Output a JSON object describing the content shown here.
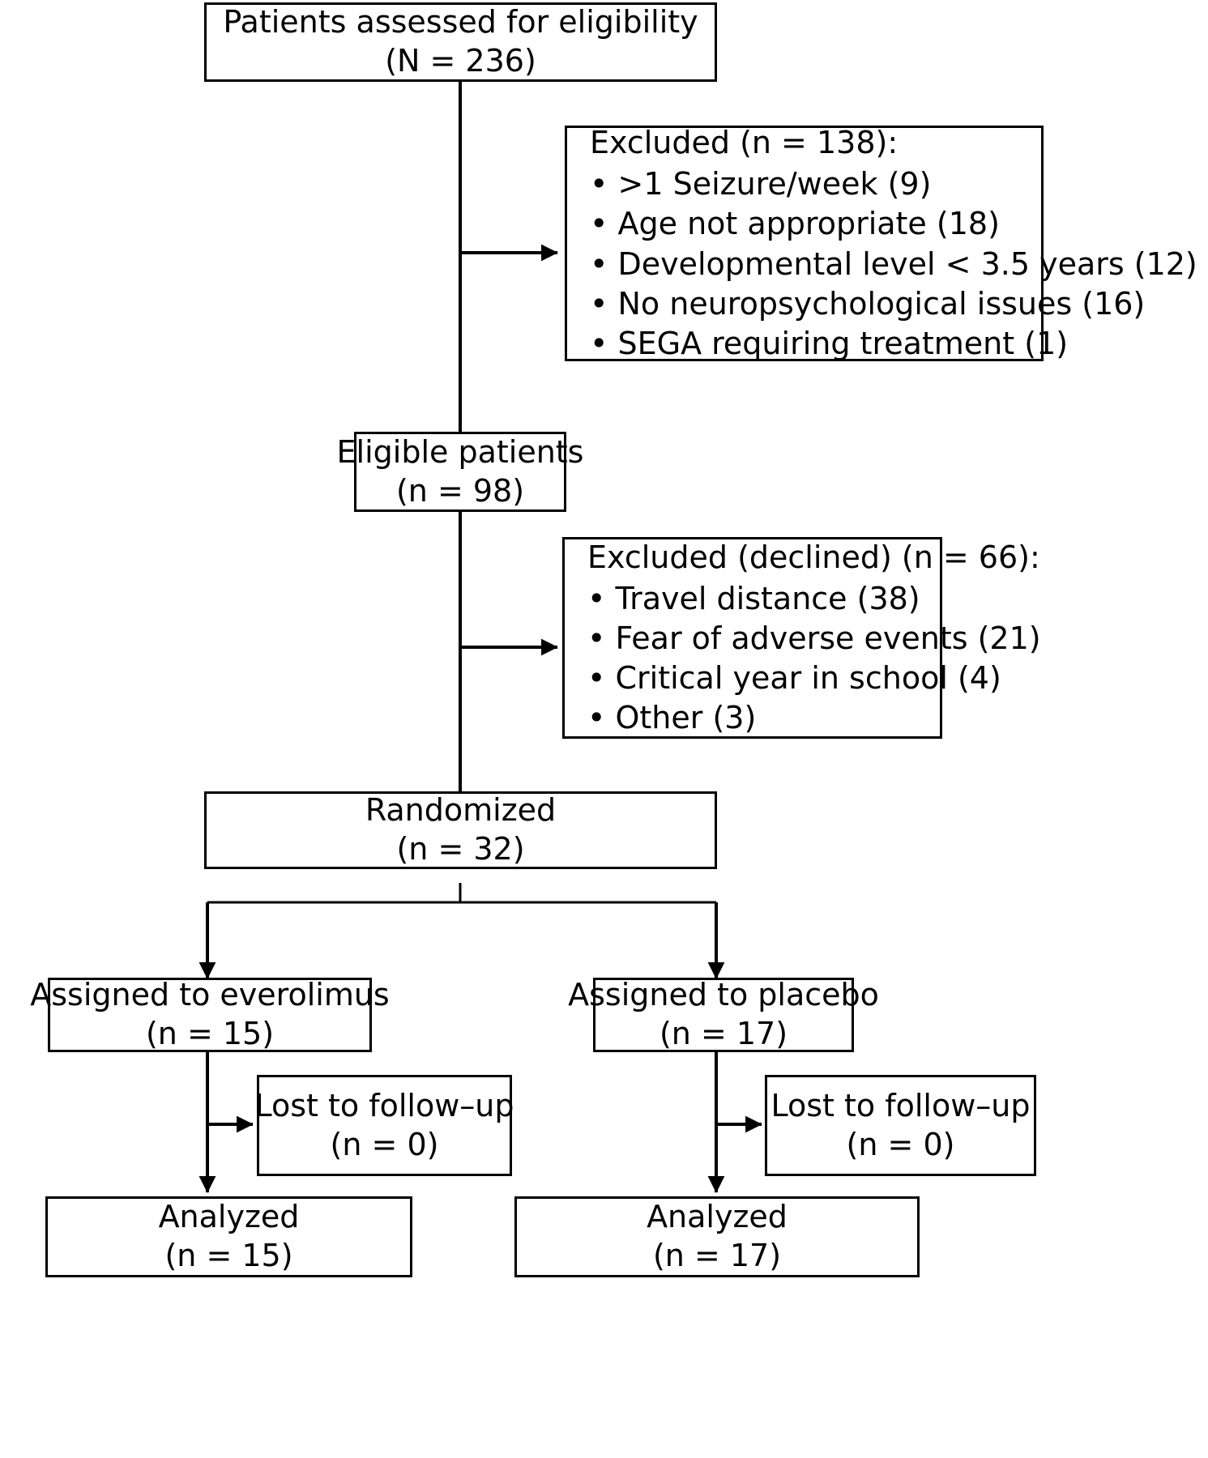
{
  "diagram": {
    "type": "consort-flow-diagram",
    "title": "CONSORT participant flow diagram"
  },
  "nodes": {
    "assessed": {
      "name": "patients-assessed-box",
      "line1": "Patients assessed for eligibility",
      "line2": "(N = 236)"
    },
    "excluded_eligibility": {
      "name": "excluded-eligibility-box",
      "header": "Excluded (n = 138):",
      "items": [
        "• >1 Seizure/week (9)",
        "• Age not appropriate (18)",
        "• Developmental level < 3.5 years (12)",
        "• No neuropsychological issues (16)",
        "• SEGA requiring treatment (1)"
      ]
    },
    "eligible": {
      "name": "eligible-patients-box",
      "line1": "Eligible patients",
      "line2": "(n = 98)"
    },
    "excluded_declined": {
      "name": "excluded-declined-box",
      "header": "Excluded (declined) (n = 66):",
      "items": [
        "• Travel distance (38)",
        "• Fear of adverse events (21)",
        "• Critical year in school (4)",
        "• Other (3)"
      ]
    },
    "randomized": {
      "name": "randomized-box",
      "line1": "Randomized",
      "line2": "(n = 32)"
    },
    "assigned_everolimus": {
      "name": "assigned-everolimus-box",
      "line1": "Assigned to everolimus",
      "line2": "(n = 15)"
    },
    "assigned_placebo": {
      "name": "assigned-placebo-box",
      "line1": "Assigned to placebo",
      "line2": "(n = 17)"
    },
    "lost_everolimus": {
      "name": "lost-to-followup-everolimus-box",
      "line1": "Lost to follow–up",
      "line2": "(n = 0)"
    },
    "lost_placebo": {
      "name": "lost-to-followup-placebo-box",
      "line1": "Lost to follow–up",
      "line2": "(n = 0)"
    },
    "analyzed_everolimus": {
      "name": "analyzed-everolimus-box",
      "line1": "Analyzed",
      "line2": "(n = 15)"
    },
    "analyzed_placebo": {
      "name": "analyzed-placebo-box",
      "line1": "Analyzed",
      "line2": "(n = 17)"
    }
  },
  "chart_data": {
    "type": "diagram",
    "title": "CONSORT flow diagram",
    "stages": [
      {
        "label": "Patients assessed for eligibility",
        "key": "N",
        "value": 236
      },
      {
        "label": "Excluded",
        "key": "n",
        "value": 138,
        "reasons": [
          {
            "reason": ">1 Seizure/week",
            "count": 9
          },
          {
            "reason": "Age not appropriate",
            "count": 18
          },
          {
            "reason": "Developmental level < 3.5 years",
            "count": 12
          },
          {
            "reason": "No neuropsychological issues",
            "count": 16
          },
          {
            "reason": "SEGA requiring treatment",
            "count": 1
          }
        ]
      },
      {
        "label": "Eligible patients",
        "key": "n",
        "value": 98
      },
      {
        "label": "Excluded (declined)",
        "key": "n",
        "value": 66,
        "reasons": [
          {
            "reason": "Travel distance",
            "count": 38
          },
          {
            "reason": "Fear of adverse events",
            "count": 21
          },
          {
            "reason": "Critical year in school",
            "count": 4
          },
          {
            "reason": "Other",
            "count": 3
          }
        ]
      },
      {
        "label": "Randomized",
        "key": "n",
        "value": 32
      },
      {
        "label": "Assigned to everolimus",
        "key": "n",
        "value": 15
      },
      {
        "label": "Assigned to placebo",
        "key": "n",
        "value": 17
      },
      {
        "label": "Lost to follow–up (everolimus)",
        "key": "n",
        "value": 0
      },
      {
        "label": "Lost to follow–up (placebo)",
        "key": "n",
        "value": 0
      },
      {
        "label": "Analyzed (everolimus)",
        "key": "n",
        "value": 15
      },
      {
        "label": "Analyzed (placebo)",
        "key": "n",
        "value": 17
      }
    ],
    "colors": {
      "stroke": "#000000",
      "fill": "#ffffff",
      "text": "#000000"
    }
  }
}
